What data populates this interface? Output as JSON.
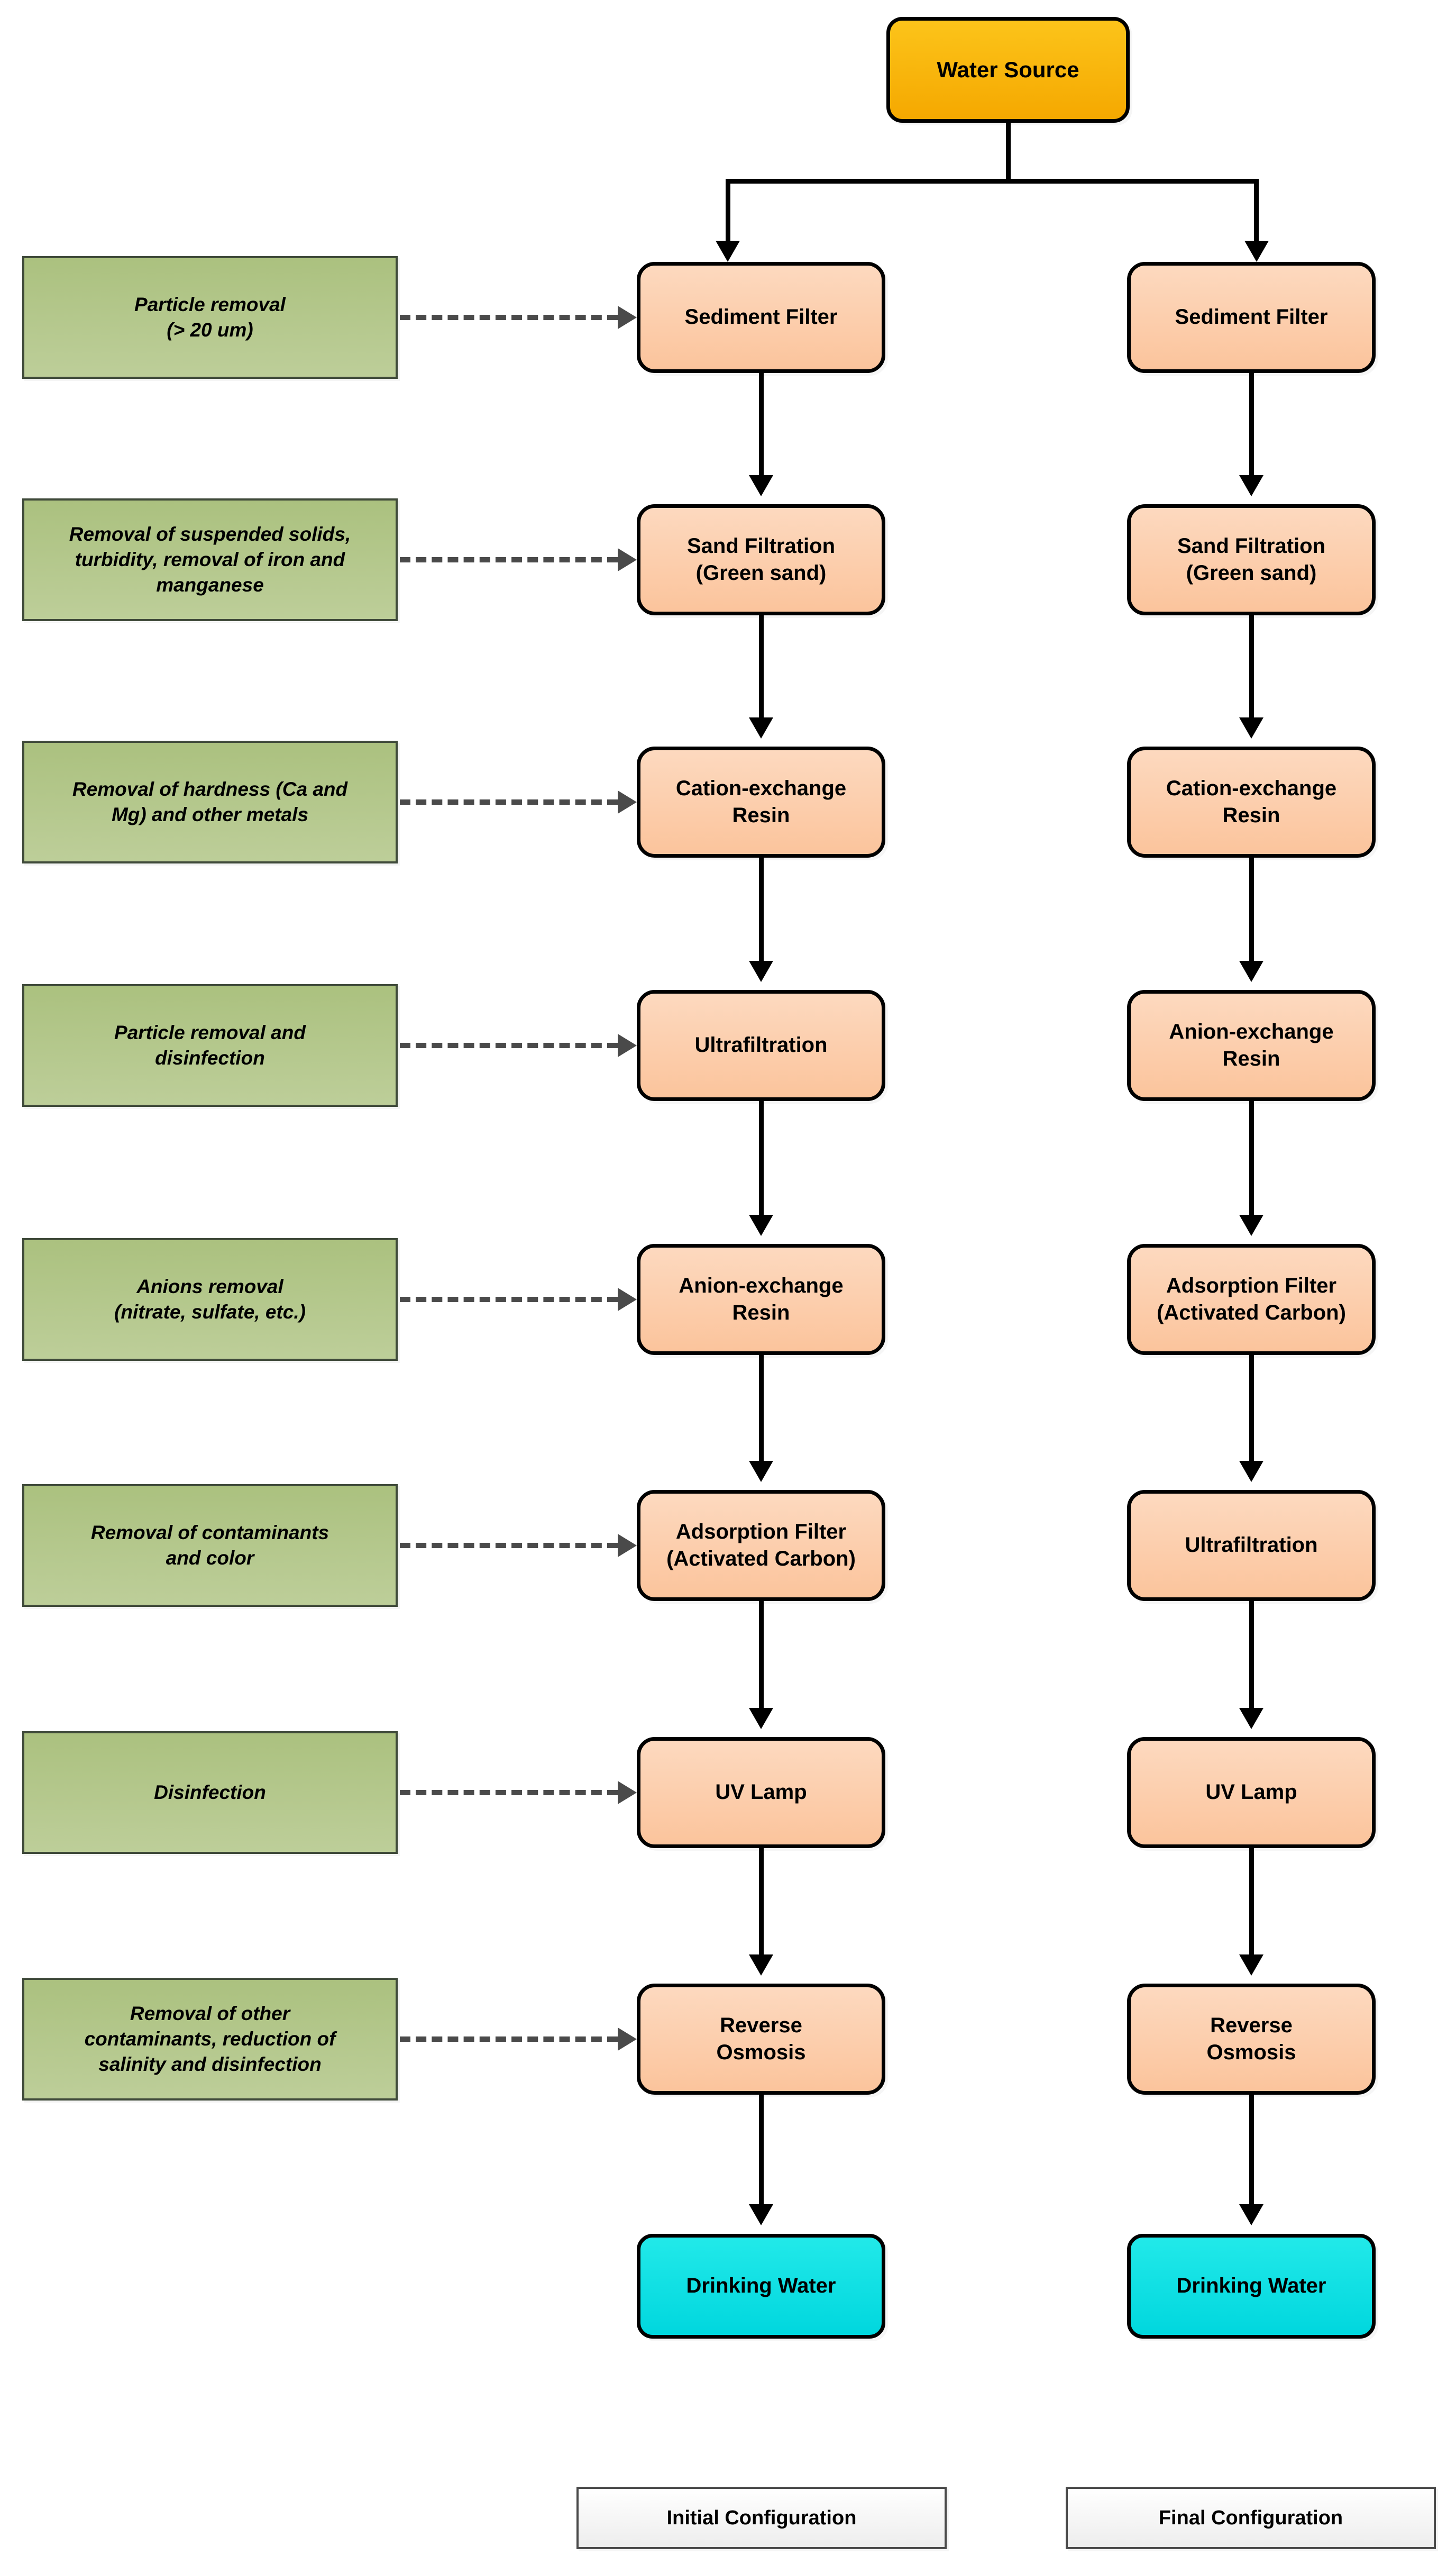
{
  "diagram": {
    "title_present": false,
    "source": {
      "label": "Water Source",
      "color": "#F5A800"
    },
    "output_label": "Drinking Water",
    "output_color": "#00D7DE",
    "process_color": "#FBC49C",
    "annotation_color": "#ABC17F",
    "connector_color": "#000000",
    "dashed_connector_color": "#4A4A4A"
  },
  "annotations": [
    {
      "text": "Particle removal\n(> 20 um)",
      "line1": "Particle removal",
      "line2": "(> 20 um)"
    },
    {
      "text": "Removal of suspended solids, turbidity, removal of iron and manganese",
      "line1": "Removal of suspended solids,",
      "line2": "turbidity, removal of iron and",
      "line3": "manganese"
    },
    {
      "text": "Removal of hardness (Ca and Mg) and other metals",
      "line1": "Removal of hardness (Ca and",
      "line2": "Mg) and other metals"
    },
    {
      "text": "Particle removal and disinfection",
      "line1": "Particle removal and",
      "line2": "disinfection"
    },
    {
      "text": "Anions removal (nitrate, sulfate, etc.)",
      "line1": "Anions removal",
      "line2": "(nitrate, sulfate, etc.)"
    },
    {
      "text": "Removal of contaminants and color",
      "line1": "Removal of contaminants",
      "line2": "and color"
    },
    {
      "text": "Disinfection",
      "line1": "Disinfection"
    },
    {
      "text": "Removal of other contaminants, reduction of salinity and disinfection",
      "line1": "Removal of other",
      "line2": "contaminants, reduction of",
      "line3": "salinity and disinfection"
    }
  ],
  "columns": [
    {
      "id": "initial",
      "legend_label": "Initial Configuration",
      "steps": [
        {
          "line1": "Sediment Filter"
        },
        {
          "line1": "Sand Filtration",
          "line2": "(Green sand)"
        },
        {
          "line1": "Cation-exchange",
          "line2": "Resin"
        },
        {
          "line1": "Ultrafiltration"
        },
        {
          "line1": "Anion-exchange",
          "line2": "Resin"
        },
        {
          "line1": "Adsorption Filter",
          "line2": "(Activated Carbon)"
        },
        {
          "line1": "UV Lamp"
        },
        {
          "line1": "Reverse",
          "line2": "Osmosis"
        }
      ],
      "output": "Drinking Water"
    },
    {
      "id": "final",
      "legend_label": "Final Configuration",
      "steps": [
        {
          "line1": "Sediment Filter"
        },
        {
          "line1": "Sand Filtration",
          "line2": "(Green sand)"
        },
        {
          "line1": "Cation-exchange",
          "line2": "Resin"
        },
        {
          "line1": "Anion-exchange",
          "line2": "Resin"
        },
        {
          "line1": "Adsorption Filter",
          "line2": "(Activated Carbon)"
        },
        {
          "line1": "Ultrafiltration"
        },
        {
          "line1": "UV Lamp"
        },
        {
          "line1": "Reverse",
          "line2": "Osmosis"
        }
      ],
      "output": "Drinking Water"
    }
  ]
}
